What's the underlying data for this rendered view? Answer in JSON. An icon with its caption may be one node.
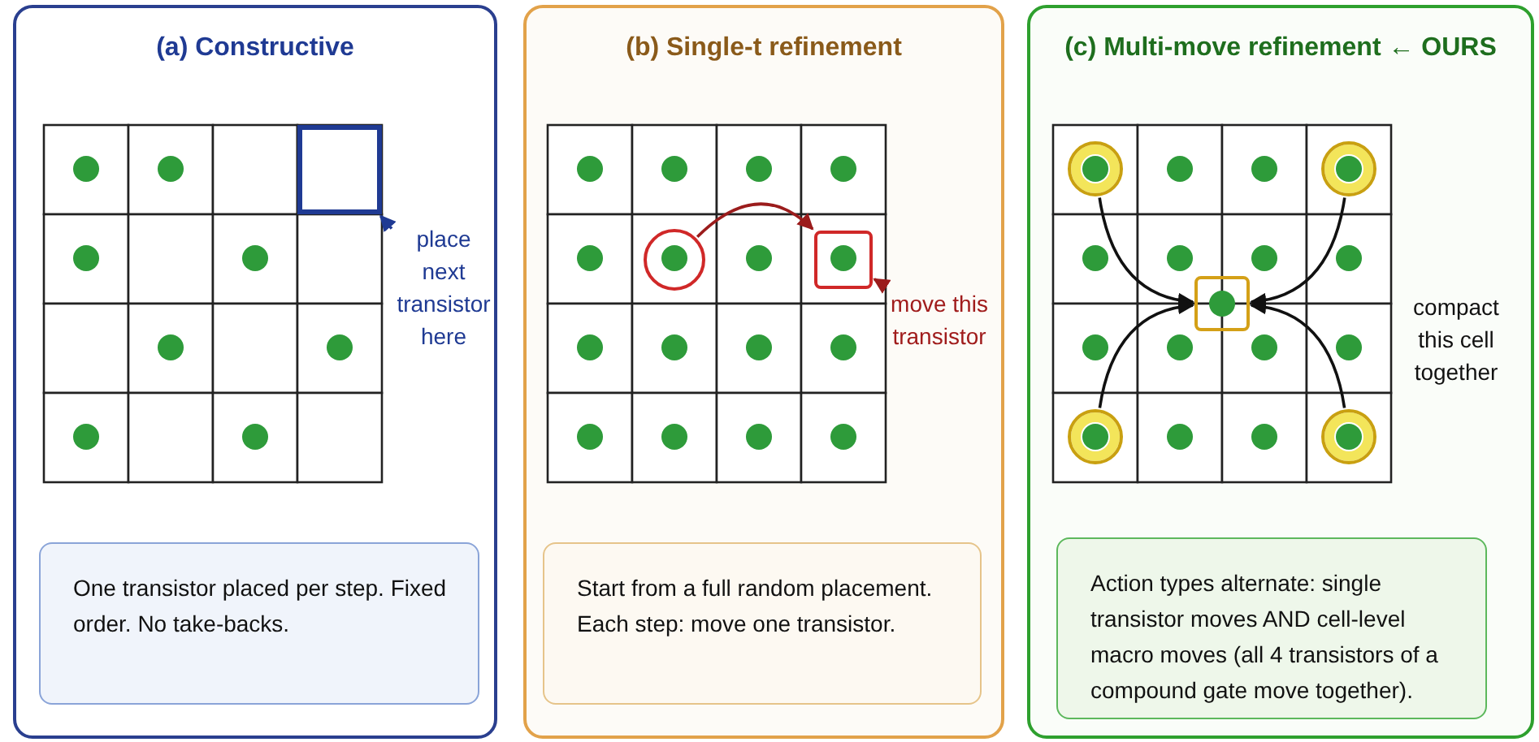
{
  "diagram": {
    "nodes": [
      {
        "text": [
          "(a) Constructive"
        ]
      },
      {
        "text": [],
        "shape": "box",
        "in": 0
      },
      {
        "text": [
          "place next transistor here"
        ],
        "in": 0
      },
      {
        "text": [
          "One transistor placed per step. Fixed order. No take-backs."
        ],
        "in": 0
      },
      {
        "text": [
          "(b) Single-t refinement"
        ]
      },
      {
        "text": [],
        "shape": "circle",
        "in": 4
      },
      {
        "text": [],
        "shape": "box",
        "in": 4
      },
      {
        "text": [
          "move this transistor"
        ],
        "in": 4
      },
      {
        "text": [
          "Start from a full random placement. Each step: move one transistor."
        ],
        "in": 4
      },
      {
        "text": [
          "(c) Multi-move refinement ← OURS"
        ]
      },
      {
        "text": [],
        "shape": "circle",
        "in": 9
      },
      {
        "text": [],
        "shape": "circle",
        "in": 9
      },
      {
        "text": [],
        "shape": "circle",
        "in": 9
      },
      {
        "text": [],
        "shape": "circle",
        "in": 9
      },
      {
        "text": [],
        "shape": "box",
        "in": 9
      },
      {
        "text": [
          "Action types alternate: single transistor moves AND cell-level macro moves (all 4 transistors of a compound gate move together)."
        ],
        "in": 9
      }
    ],
    "edges": [
      {
        "from": 2,
        "to": 1,
        "arrow": "to",
        "color": "#1f3a93"
      },
      {
        "from": 5,
        "to": 6,
        "arrow": "to",
        "color": "#9b1c1c"
      },
      {
        "from": 7,
        "to": 6,
        "arrow": "to",
        "color": "#9b1c1c"
      },
      {
        "from": 10,
        "to": 14,
        "arrow": "to"
      },
      {
        "from": 11,
        "to": 14,
        "arrow": "to"
      },
      {
        "from": 12,
        "to": 14,
        "arrow": "to"
      },
      {
        "from": 13,
        "to": 14,
        "arrow": "to"
      }
    ],
    "labels": [
      "compact this cell together"
    ]
  }
}
